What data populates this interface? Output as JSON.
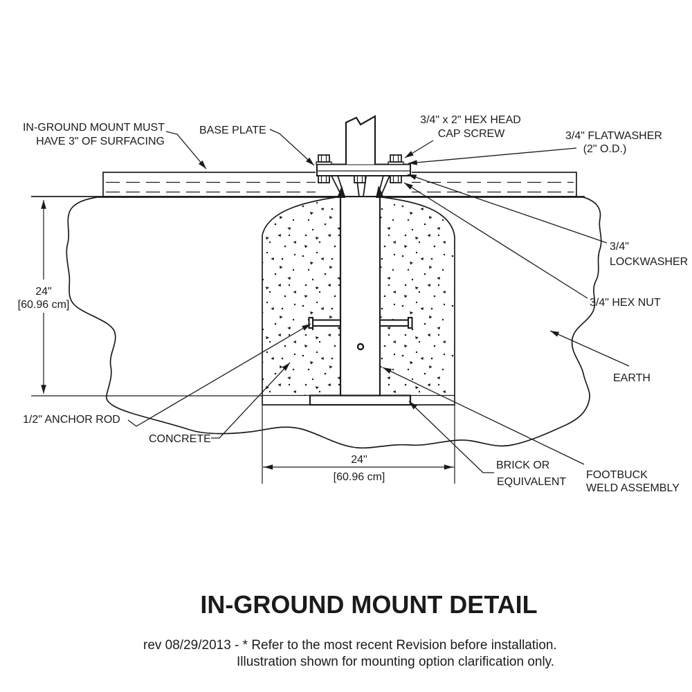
{
  "drawing": {
    "title": "IN-GROUND MOUNT DETAIL",
    "footer": {
      "line1": "rev 08/29/2013 - * Refer to the most recent Revision before installation.",
      "line2": "Illustration shown for mounting option clarification only."
    },
    "labels": {
      "surfacing_note": [
        "IN-GROUND MOUNT MUST",
        "HAVE 3\" OF SURFACING"
      ],
      "base_plate": "BASE PLATE",
      "cap_screw": [
        "3/4\" x 2\" HEX HEAD",
        "CAP SCREW"
      ],
      "flatwasher": [
        "3/4\" FLATWASHER",
        "(2\" O.D.)"
      ],
      "lockwasher": [
        "3/4\"",
        "LOCKWASHER"
      ],
      "hex_nut": "3/4\" HEX NUT",
      "earth": "EARTH",
      "anchor_rod": "1/2\" ANCHOR ROD",
      "concrete": "CONCRETE",
      "brick": [
        "BRICK OR",
        "EQUIVALENT"
      ],
      "footbuck": [
        "FOOTBUCK",
        "WELD ASSEMBLY"
      ]
    },
    "dimensions": {
      "depth": {
        "imperial": "24\"",
        "metric": "[60.96 cm]"
      },
      "width": {
        "imperial": "24\"",
        "metric": "[60.96 cm]"
      }
    },
    "colors": {
      "line": "#1b1b1b",
      "background": "#ffffff"
    }
  }
}
